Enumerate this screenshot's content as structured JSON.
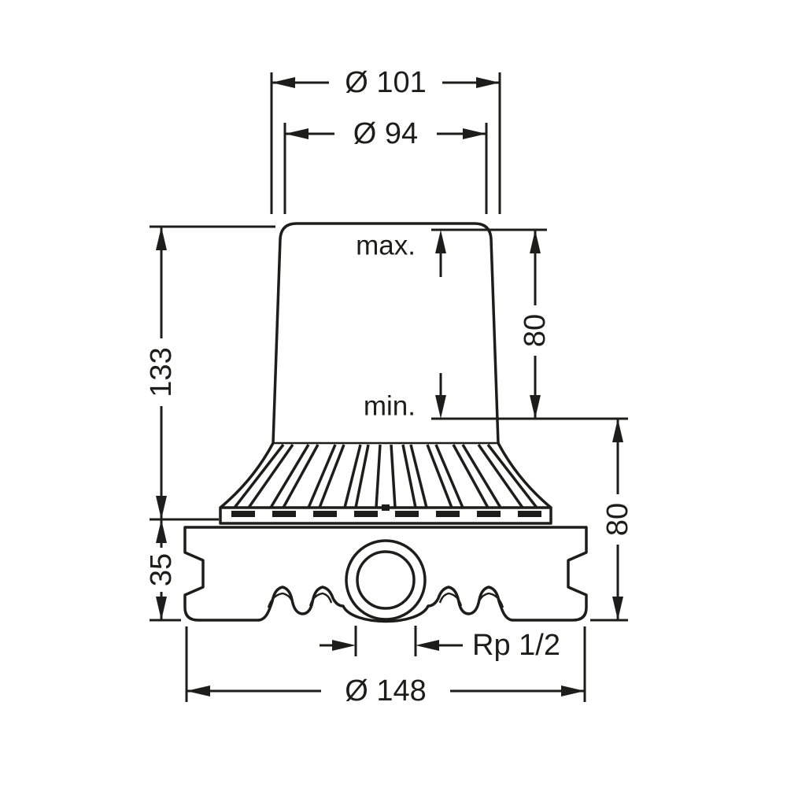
{
  "drawing": {
    "title_hint": "installation-body-dimension-drawing",
    "labels": {
      "dia_outer_top": "Ø 101",
      "dia_inner_top": "Ø 94",
      "level_max": "max.",
      "level_min": "min.",
      "adjust_range": "80",
      "install_depth": "80",
      "height_total": "133",
      "base_height": "35",
      "thread_size": "Rp 1/2",
      "dia_base": "Ø 148"
    },
    "colors": {
      "line": "#1d1d1b",
      "background": "#ffffff"
    }
  }
}
